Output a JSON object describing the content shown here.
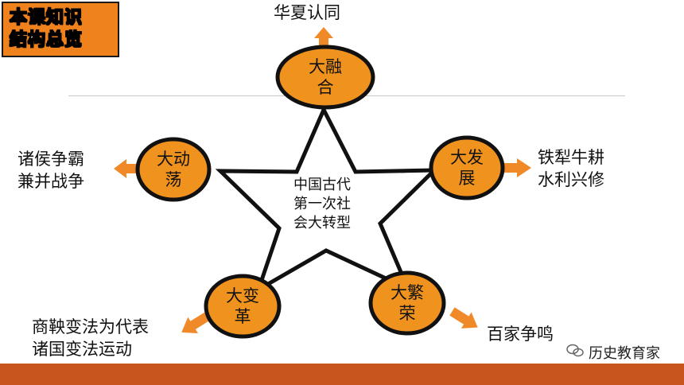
{
  "title": {
    "line1": "本课知识",
    "line2": "结构总览"
  },
  "center": {
    "line1": "中国古代",
    "line2": "第一次社",
    "line3": "会大转型"
  },
  "nodes": {
    "top": {
      "line1": "大融",
      "line2": "合"
    },
    "left": {
      "line1": "大动",
      "line2": "荡"
    },
    "right": {
      "line1": "大发",
      "line2": "展"
    },
    "bottom_left": {
      "line1": "大变",
      "line2": "革"
    },
    "bottom_right": {
      "line1": "大繁",
      "line2": "荣"
    }
  },
  "outcomes": {
    "top": {
      "line1": "华夏认同"
    },
    "left": {
      "line1": "诸侯争霸",
      "line2": "兼并战争"
    },
    "right": {
      "line1": "铁犁牛耕",
      "line2": "水利兴修"
    },
    "bottom_left": {
      "line1": "商鞅变法为代表",
      "line2": "诸国变法运动"
    },
    "bottom_right": {
      "line1": "百家争鸣"
    }
  },
  "watermark": {
    "text": "历史教育家",
    "icon": "wechat-icon"
  },
  "colors": {
    "node_fill": "#f0921e",
    "arrow": "#f08a28",
    "bar": "#c8541e"
  }
}
